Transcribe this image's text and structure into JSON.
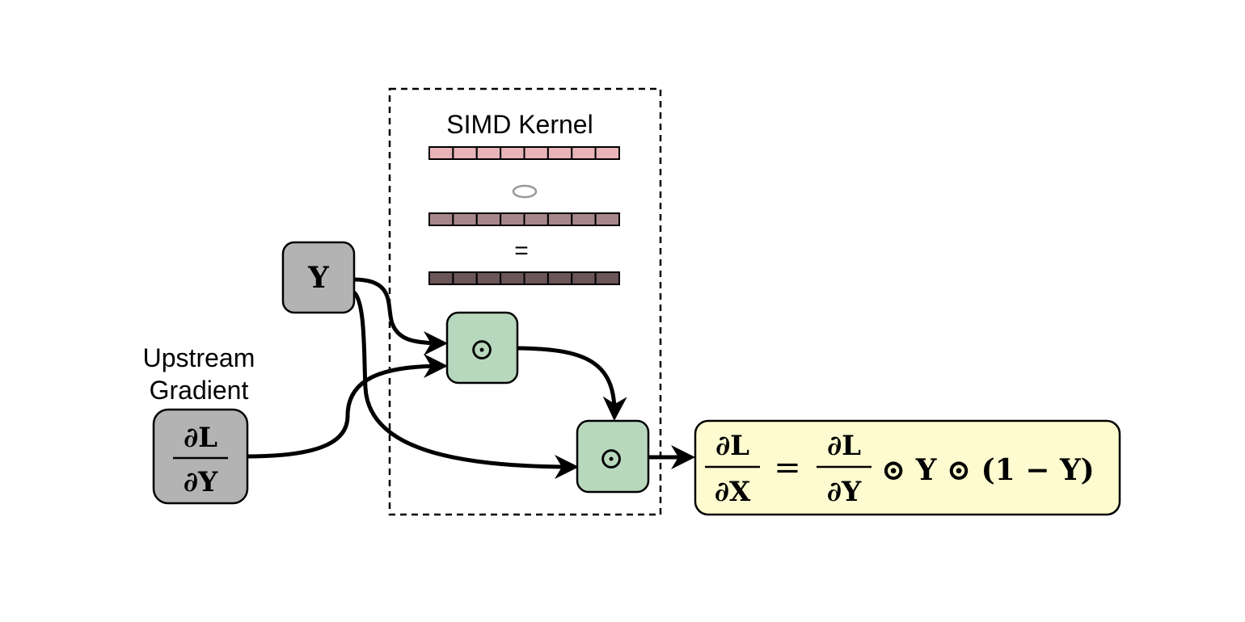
{
  "kernel": {
    "title": "SIMD Kernel",
    "lane_count": 8,
    "row1_color": "#E8B4B8",
    "row2_color": "#A8878A",
    "row3_color": "#6B5558",
    "operator_symbol": "○",
    "equals_symbol": "="
  },
  "nodes": {
    "y_label": "Y",
    "upstream_label_line1": "Upstream",
    "upstream_label_line2": "Gradient",
    "dl_numerator": "∂L",
    "dl_denominator": "∂Y",
    "hadamard_symbol": "⊙"
  },
  "formula": {
    "lhs_numerator": "∂L",
    "lhs_denominator": "∂X",
    "equals": "=",
    "rhs_numerator": "∂L",
    "rhs_denominator": "∂Y",
    "tail": "⊙ Y ⊙ (1 − Y)"
  },
  "colors": {
    "input_node_fill": "#B3B3B3",
    "op_node_fill": "#B8D8BE",
    "formula_fill": "#FDFBCF"
  }
}
